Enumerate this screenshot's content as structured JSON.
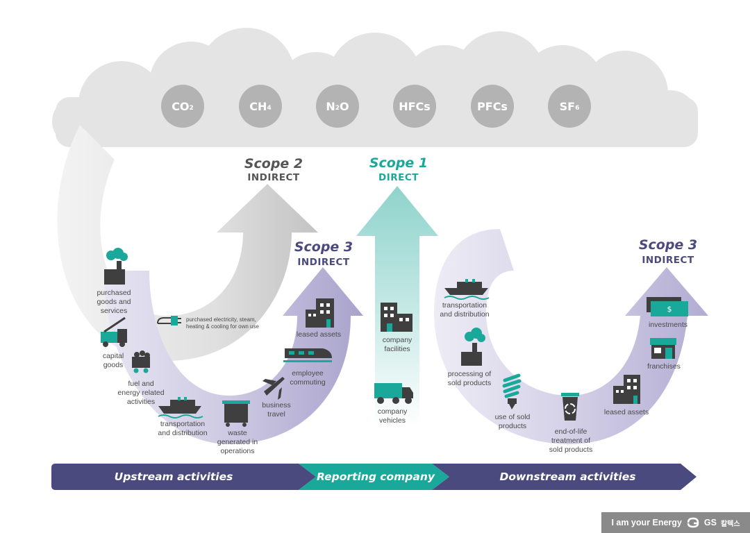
{
  "gases": [
    {
      "base": "CO",
      "sub": "2"
    },
    {
      "base": "CH",
      "sub": "4"
    },
    {
      "base": "N",
      "sub": "2",
      "tail": "O"
    },
    {
      "base": "HFCs",
      "sub": ""
    },
    {
      "base": "PFCs",
      "sub": ""
    },
    {
      "base": "SF",
      "sub": "6"
    }
  ],
  "scopes": {
    "scope2": {
      "title": "Scope 2",
      "subtitle": "INDIRECT",
      "color": "#555555"
    },
    "scope1": {
      "title": "Scope 1",
      "subtitle": "DIRECT",
      "color": "#1aa89a"
    },
    "scope3_up": {
      "title": "Scope 3",
      "subtitle": "INDIRECT",
      "color": "#4b4a7e"
    },
    "scope3_down": {
      "title": "Scope 3",
      "subtitle": "INDIRECT",
      "color": "#4b4a7e"
    }
  },
  "upstream": {
    "purchased_goods": "purchased\ngoods and\nservices",
    "capital_goods": "capital\ngoods",
    "fuel_energy": "fuel and\nenergy related\nactivities",
    "transport": "transportation\nand distribution",
    "waste": "waste\ngenerated in\noperations",
    "business_travel": "business\ntravel",
    "commuting": "employee\ncommuting",
    "leased_assets": "leased assets",
    "electricity": "purchased electricity, steam,\nheating & cooling for own use"
  },
  "reporting": {
    "facilities": "company\nfacilities",
    "vehicles": "company\nvehicles"
  },
  "downstream": {
    "transport": "transportation\nand distribution",
    "processing": "processing of\nsold products",
    "use": "use of sold\nproducts",
    "end_of_life": "end-of-life\ntreatment of\nsold products",
    "leased_assets": "leased assets",
    "franchises": "franchises",
    "investments": "investments"
  },
  "band": {
    "upstream": "Upstream activities",
    "reporting": "Reporting company",
    "downstream": "Downstream activities"
  },
  "logo": {
    "tagline": "I am your Energy",
    "brand": "GS",
    "brand_kr": "칼텍스"
  },
  "colors": {
    "teal": "#1aa89a",
    "purple": "#4b4a7e",
    "gray": "#b3b3b3",
    "cloud": "#e4e4e4"
  }
}
